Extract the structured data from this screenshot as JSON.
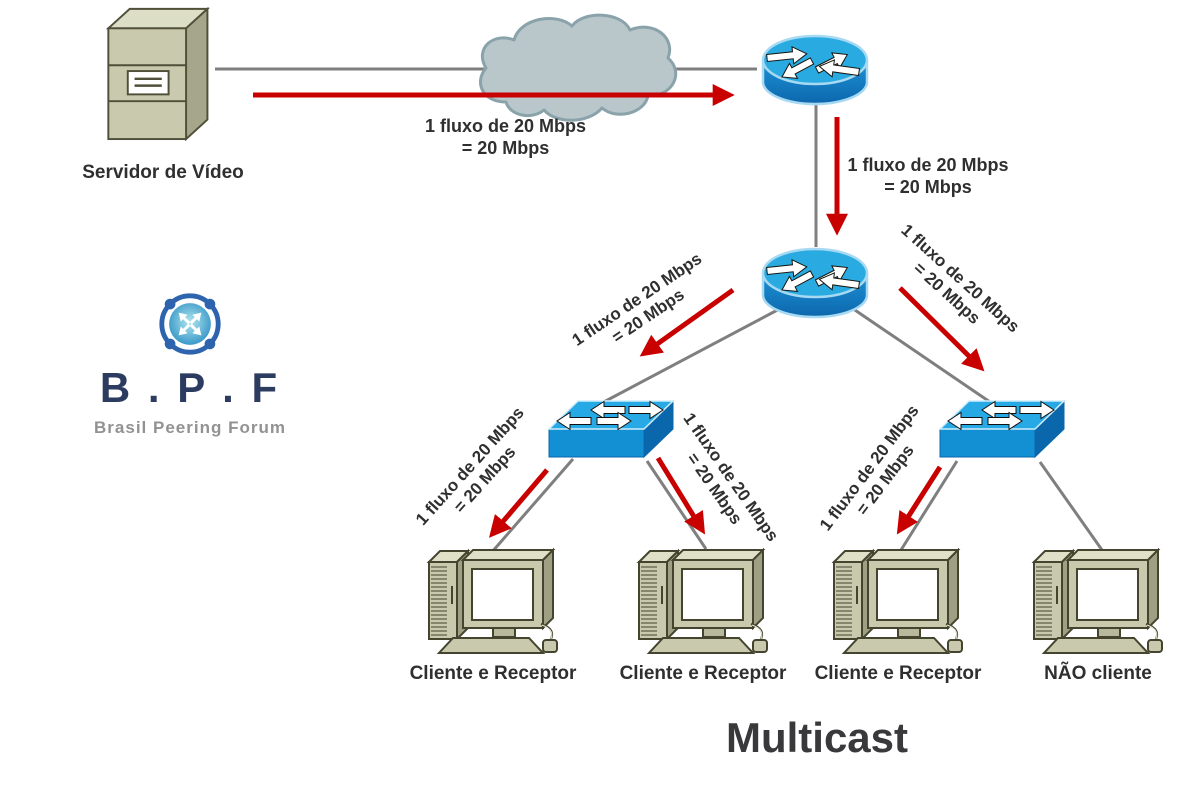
{
  "title": "Multicast",
  "logo": {
    "acronym": "B . P . F",
    "name": "Brasil Peering Forum"
  },
  "nodes": {
    "server": {
      "label": "Servidor de Vídeo",
      "icon": "server-icon"
    },
    "internet_cloud": {
      "icon": "cloud-icon"
    },
    "core_router": {
      "icon": "router-icon"
    },
    "distribution_router": {
      "icon": "router-icon"
    },
    "left_switch": {
      "icon": "switch-icon"
    },
    "right_switch": {
      "icon": "switch-icon"
    },
    "clients": [
      {
        "label": "Cliente e Receptor",
        "icon": "computer-icon"
      },
      {
        "label": "Cliente e Receptor",
        "icon": "computer-icon"
      },
      {
        "label": "Cliente e Receptor",
        "icon": "computer-icon"
      },
      {
        "label": "NÃO cliente",
        "icon": "computer-icon"
      }
    ]
  },
  "flow_label": {
    "line1": "1 fluxo de 20 Mbps",
    "line2": "= 20 Mbps"
  },
  "colors": {
    "background": "#ffffff",
    "flow_arrow_red": "#c90000",
    "link_gray": "#7f7f7f",
    "router_blue_top": "#29abe2",
    "router_blue_body": "#0e6cb2",
    "switch_blue_top": "#27a9e6",
    "switch_blue_front": "#138fd4",
    "switch_blue_side": "#0a67ab",
    "cloud_fill": "#b9c6ca",
    "cloud_stroke": "#8aa3aa",
    "device_beige": "#c9c9ad",
    "label_text": "#2f2f2f",
    "logo_navy": "#2c3b60",
    "logo_gray": "#929292",
    "title_gray": "#39393b"
  }
}
